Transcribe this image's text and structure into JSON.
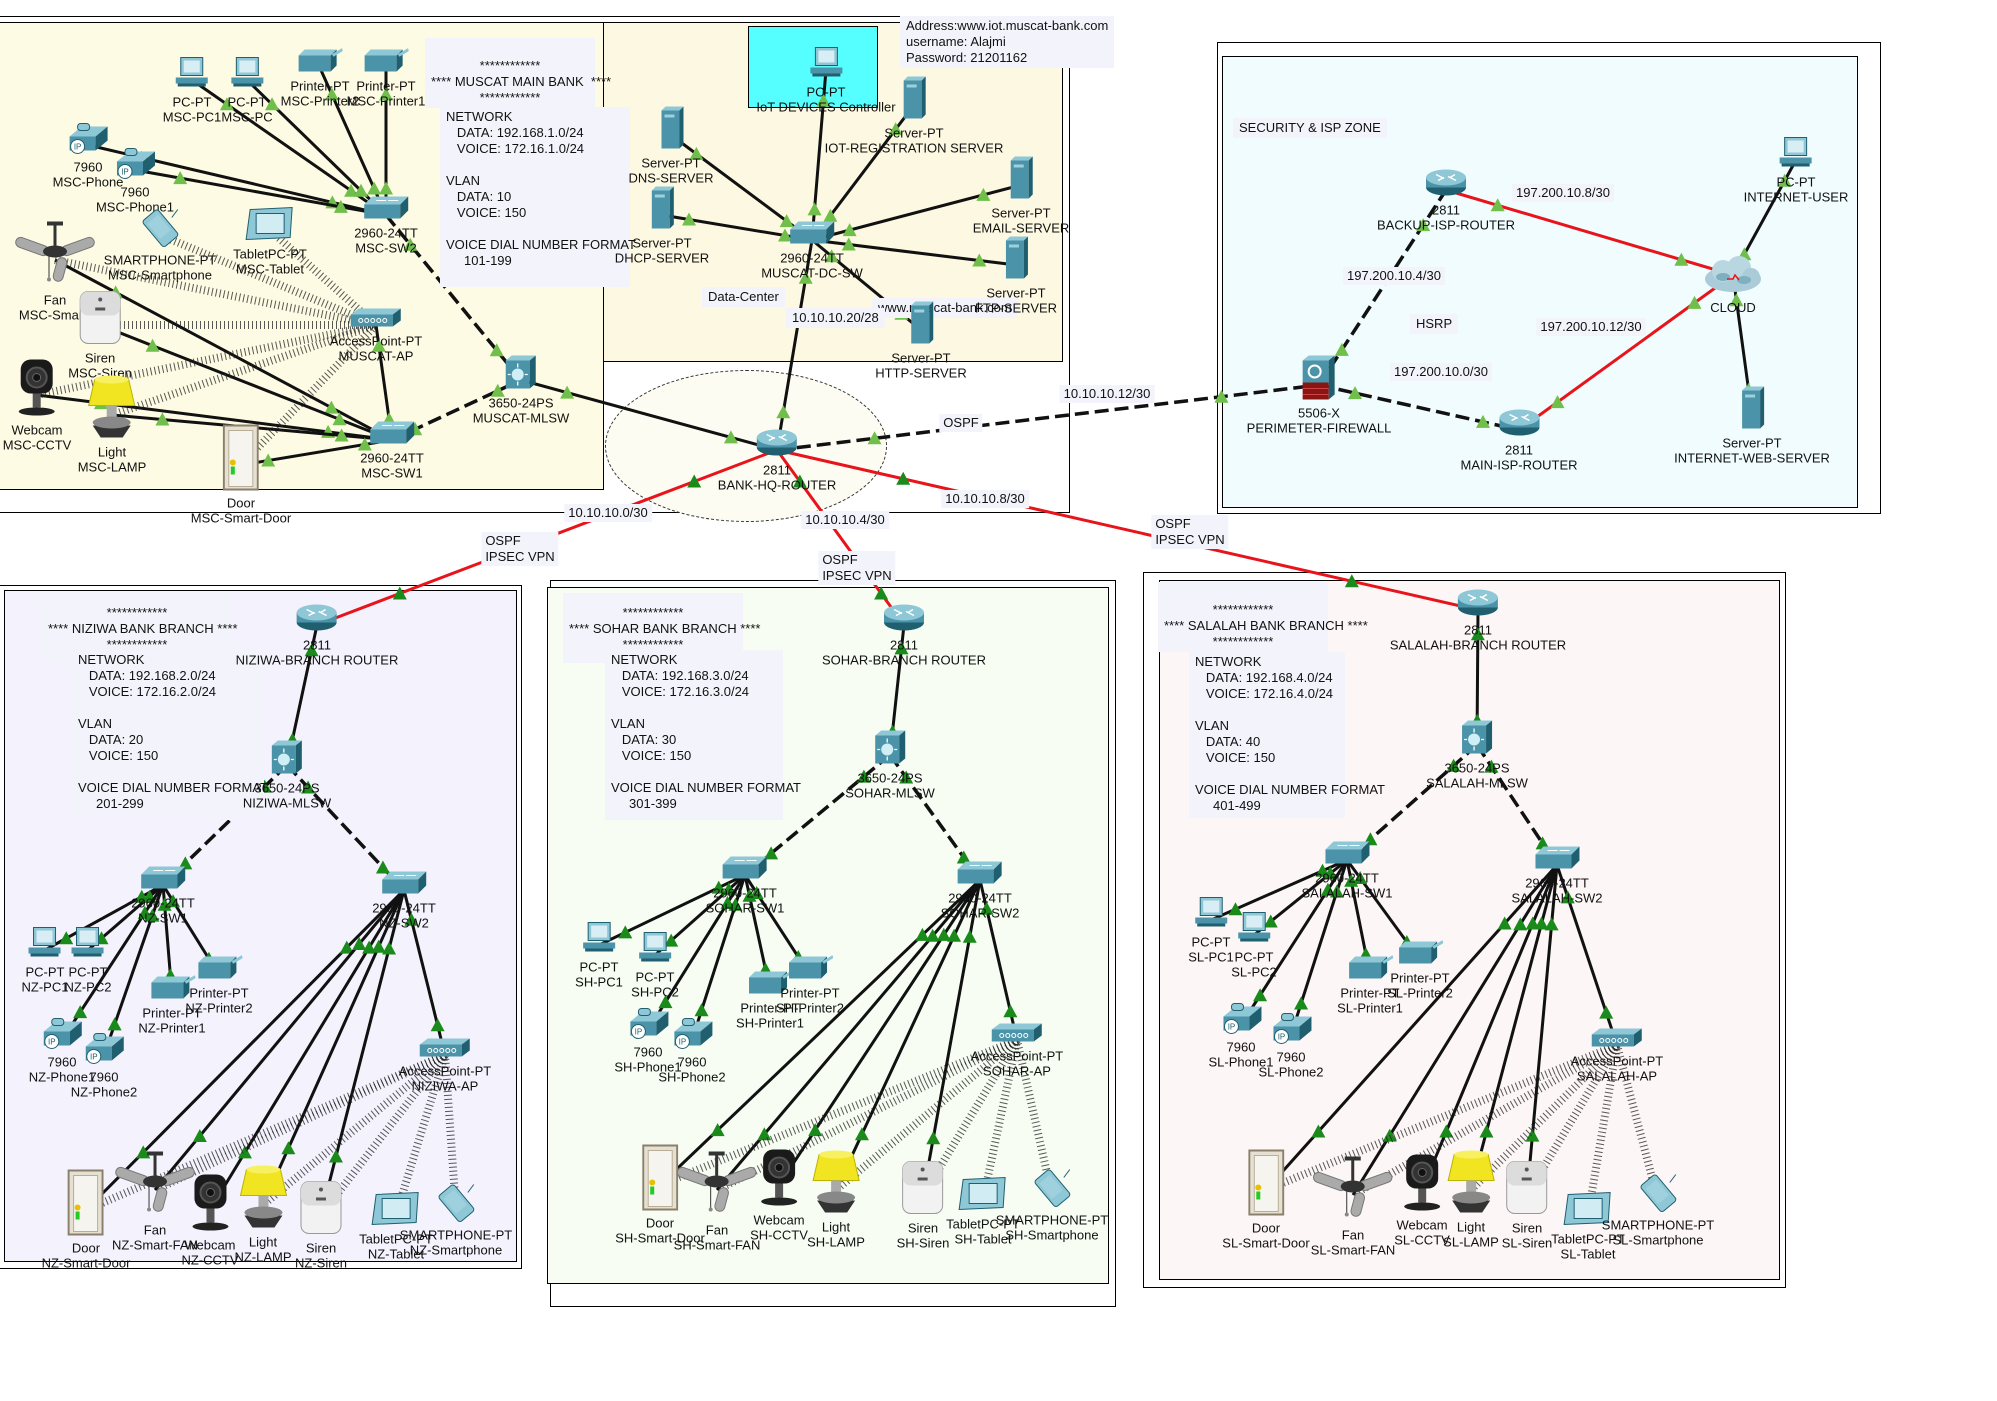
{
  "zones": {
    "main_bank": {
      "title_stars": "************",
      "title": "**** MUSCAT MAIN BANK  ****",
      "info": "NETWORK\n   DATA: 192.168.1.0/24\n   VOICE: 172.16.1.0/24\n\nVLAN\n   DATA: 10\n   VOICE: 150\n\nVOICE DIAL NUMBER FORMAT\n     101-199"
    },
    "data_center": {
      "label": "Data-Center",
      "iot_credentials": "Address:www.iot.muscat-bank.com\nusername: Alajmi\nPassword: 21201162",
      "web_url": "www.muscat-bank.com",
      "uplink": "10.10.10.20/28"
    },
    "security": {
      "label": "SECURITY & ISP ZONE",
      "hsrp": "HSRP"
    },
    "niziwa": {
      "title_stars": "************",
      "title": "**** NIZIWA BANK BRANCH ****",
      "info": "NETWORK\n   DATA: 192.168.2.0/24\n   VOICE: 172.16.2.0/24\n\nVLAN\n   DATA: 20\n   VOICE: 150\n\nVOICE DIAL NUMBER FORMAT\n     201-299"
    },
    "sohar": {
      "title_stars": "************",
      "title": "**** SOHAR BANK BRANCH ****",
      "info": "NETWORK\n   DATA: 192.168.3.0/24\n   VOICE: 172.16.3.0/24\n\nVLAN\n   DATA: 30\n   VOICE: 150\n\nVOICE DIAL NUMBER FORMAT\n     301-399"
    },
    "salalah": {
      "title_stars": "************",
      "title": "**** SALALAH BANK BRANCH ****",
      "info": "NETWORK\n   DATA: 192.168.4.0/24\n   VOICE: 172.16.4.0/24\n\nVLAN\n   DATA: 40\n   VOICE: 150\n\nVOICE DIAL NUMBER FORMAT\n     401-499"
    }
  },
  "link_labels": {
    "hq_fw": "10.10.10.12/30",
    "hq_fw_proto": "OSPF",
    "hq_nz": "10.10.10.0/30",
    "hq_nz_proto": "OSPF\nIPSEC VPN",
    "hq_sh": "10.10.10.4/30",
    "hq_sh_proto": "OSPF\nIPSEC VPN",
    "hq_sl": "10.10.10.8/30",
    "hq_sl_proto": "OSPF\nIPSEC VPN",
    "fw_backup": "197.200.10.4/30",
    "fw_main": "197.200.10.0/30",
    "backup_cloud": "197.200.10.8/30",
    "main_cloud": "197.200.10.12/30"
  },
  "colors": {
    "serial": "#e8141b",
    "link_up": "#6fbf4a",
    "main_bg": "#fdfbe3",
    "dc_bg": "#fdf8e1",
    "sec_bg": "#f0fcfd",
    "nz_bg": "#f4f2fd",
    "sh_bg": "#f7fdf3",
    "sl_bg": "#fdf6f6",
    "iot_ctrl_bg": "#55ffff"
  },
  "devices": [
    {
      "id": "msc-phone",
      "type": "ipphone",
      "model": "7960",
      "name": "MSC-Phone"
    },
    {
      "id": "msc-phone1",
      "type": "ipphone",
      "model": "7960",
      "name": "MSC-Phone1"
    },
    {
      "id": "msc-pc1",
      "type": "pc",
      "model": "PC-PT",
      "name": "MSC-PC1"
    },
    {
      "id": "msc-pc",
      "type": "pc",
      "model": "PC-PT",
      "name": "MSC-PC"
    },
    {
      "id": "msc-printer2",
      "type": "printer",
      "model": "Printer-PT",
      "name": "MSC-Printer2"
    },
    {
      "id": "msc-printer1",
      "type": "printer",
      "model": "Printer-PT",
      "name": "MSC-Printer1"
    },
    {
      "id": "msc-sw2",
      "type": "switch",
      "model": "2960-24TT",
      "name": "MSC-SW2"
    },
    {
      "id": "msc-smartphone",
      "type": "smartphone",
      "model": "SMARTPHONE-PT",
      "name": "MSC-Smartphone"
    },
    {
      "id": "msc-tablet",
      "type": "tablet",
      "model": "TabletPC-PT",
      "name": "MSC-Tablet"
    },
    {
      "id": "msc-fan",
      "type": "fan",
      "model": "Fan",
      "name": "MSC-Smart-"
    },
    {
      "id": "msc-siren",
      "type": "siren",
      "model": "Siren",
      "name": "MSC-Siren"
    },
    {
      "id": "msc-ap",
      "type": "ap",
      "model": "AccessPoint-PT",
      "name": "MUSCAT-AP"
    },
    {
      "id": "msc-cctv",
      "type": "webcam",
      "model": "Webcam",
      "name": "MSC-CCTV"
    },
    {
      "id": "msc-lamp",
      "type": "lamp",
      "model": "Light",
      "name": "MSC-LAMP"
    },
    {
      "id": "msc-door",
      "type": "door",
      "model": "Door",
      "name": "MSC-Smart-Door"
    },
    {
      "id": "msc-sw1",
      "type": "switch",
      "model": "2960-24TT",
      "name": "MSC-SW1"
    },
    {
      "id": "msc-mlsw",
      "type": "mlsw",
      "model": "3650-24PS",
      "name": "MUSCAT-MLSW"
    },
    {
      "id": "iot-ctrl",
      "type": "pc",
      "model": "PC-PT",
      "name": "IoT DEVICES Controller"
    },
    {
      "id": "dns",
      "type": "server",
      "model": "Server-PT",
      "name": "DNS-SERVER"
    },
    {
      "id": "dhcp",
      "type": "server",
      "model": "Server-PT",
      "name": "DHCP-SERVER"
    },
    {
      "id": "iotreg",
      "type": "server",
      "model": "Server-PT",
      "name": "IOT-REGISTRATION SERVER"
    },
    {
      "id": "email",
      "type": "server",
      "model": "Server-PT",
      "name": "EMAIL-SERVER"
    },
    {
      "id": "ftp",
      "type": "server",
      "model": "Server-PT",
      "name": "FTP-SERVER"
    },
    {
      "id": "http",
      "type": "server",
      "model": "Server-PT",
      "name": "HTTP-SERVER"
    },
    {
      "id": "dc-sw",
      "type": "switch",
      "model": "2960-24TT",
      "name": "MUSCAT-DC-SW"
    },
    {
      "id": "hq",
      "type": "router",
      "model": "2811",
      "name": "BANK-HQ-ROUTER"
    },
    {
      "id": "fw",
      "type": "firewall",
      "model": "5506-X",
      "name": "PERIMETER-FIREWALL"
    },
    {
      "id": "backup-isp",
      "type": "router",
      "model": "2811",
      "name": "BACKUP-ISP-ROUTER"
    },
    {
      "id": "main-isp",
      "type": "router",
      "model": "2811",
      "name": "MAIN-ISP-ROUTER"
    },
    {
      "id": "cloud",
      "type": "cloud",
      "model": "",
      "name": "CLOUD"
    },
    {
      "id": "inet-user",
      "type": "pc",
      "model": "PC-PT",
      "name": "INTERNET-USER"
    },
    {
      "id": "inet-web",
      "type": "server",
      "model": "Server-PT",
      "name": "INTERNET-WEB-SERVER"
    },
    {
      "id": "nz-router",
      "type": "router",
      "model": "2811",
      "name": "NIZIWA-BRANCH ROUTER"
    },
    {
      "id": "nz-mlsw",
      "type": "mlsw",
      "model": "3650-24PS",
      "name": "NIZIWA-MLSW"
    },
    {
      "id": "nz-sw1",
      "type": "switch",
      "model": "2960-24TT",
      "name": "NZ-SW1"
    },
    {
      "id": "nz-sw2",
      "type": "switch",
      "model": "2960-24TT",
      "name": "NZ-SW2"
    },
    {
      "id": "nz-pc1",
      "type": "pc",
      "model": "PC-PT",
      "name": "NZ-PC1"
    },
    {
      "id": "nz-pc2",
      "type": "pc",
      "model": "PC-PT",
      "name": "NZ-PC2"
    },
    {
      "id": "nz-printer1",
      "type": "printer",
      "model": "Printer-PT",
      "name": "NZ-Printer1"
    },
    {
      "id": "nz-printer2",
      "type": "printer",
      "model": "Printer-PT",
      "name": "NZ-Printer2"
    },
    {
      "id": "nz-phone1",
      "type": "ipphone",
      "model": "7960",
      "name": "NZ-Phone1"
    },
    {
      "id": "nz-phone2",
      "type": "ipphone",
      "model": "7960",
      "name": "NZ-Phone2"
    },
    {
      "id": "nz-ap",
      "type": "ap",
      "model": "AccessPoint-PT",
      "name": "NIZIWA-AP"
    },
    {
      "id": "nz-door",
      "type": "door",
      "model": "Door",
      "name": "NZ-Smart-Door"
    },
    {
      "id": "nz-fan",
      "type": "fan",
      "model": "Fan",
      "name": "NZ-Smart-FAN"
    },
    {
      "id": "nz-cctv",
      "type": "webcam",
      "model": "Webcam",
      "name": "NZ-CCTV"
    },
    {
      "id": "nz-lamp",
      "type": "lamp",
      "model": "Light",
      "name": "NZ-LAMP"
    },
    {
      "id": "nz-siren",
      "type": "siren",
      "model": "Siren",
      "name": "NZ-Siren"
    },
    {
      "id": "nz-tablet",
      "type": "tablet",
      "model": "TabletPC-PT",
      "name": "NZ-Tablet"
    },
    {
      "id": "nz-smartphone",
      "type": "smartphone",
      "model": "SMARTPHONE-PT",
      "name": "NZ-Smartphone"
    },
    {
      "id": "sh-router",
      "type": "router",
      "model": "2811",
      "name": "SOHAR-BRANCH ROUTER"
    },
    {
      "id": "sh-mlsw",
      "type": "mlsw",
      "model": "3650-24PS",
      "name": "SOHAR-MLSW"
    },
    {
      "id": "sh-sw1",
      "type": "switch",
      "model": "2960-24TT",
      "name": "SOHAR-SW1"
    },
    {
      "id": "sh-sw2",
      "type": "switch",
      "model": "2960-24TT",
      "name": "SOHAR-SW2"
    },
    {
      "id": "sh-pc1",
      "type": "pc",
      "model": "PC-PT",
      "name": "SH-PC1"
    },
    {
      "id": "sh-pc2",
      "type": "pc",
      "model": "PC-PT",
      "name": "SH-PC2"
    },
    {
      "id": "sh-printer1",
      "type": "printer",
      "model": "Printer-PT",
      "name": "SH-Printer1"
    },
    {
      "id": "sh-printer2",
      "type": "printer",
      "model": "Printer-PT",
      "name": "SH-Printer2"
    },
    {
      "id": "sh-phone1",
      "type": "ipphone",
      "model": "7960",
      "name": "SH-Phone1"
    },
    {
      "id": "sh-phone2",
      "type": "ipphone",
      "model": "7960",
      "name": "SH-Phone2"
    },
    {
      "id": "sh-ap",
      "type": "ap",
      "model": "AccessPoint-PT",
      "name": "SOHAR-AP"
    },
    {
      "id": "sh-door",
      "type": "door",
      "model": "Door",
      "name": "SH-Smart-Door"
    },
    {
      "id": "sh-fan",
      "type": "fan",
      "model": "Fan",
      "name": "SH-Smart-FAN"
    },
    {
      "id": "sh-cctv",
      "type": "webcam",
      "model": "Webcam",
      "name": "SH-CCTV"
    },
    {
      "id": "sh-lamp",
      "type": "lamp",
      "model": "Light",
      "name": "SH-LAMP"
    },
    {
      "id": "sh-siren",
      "type": "siren",
      "model": "Siren",
      "name": "SH-Siren"
    },
    {
      "id": "sh-tablet",
      "type": "tablet",
      "model": "TabletPC-PT",
      "name": "SH-Tablet"
    },
    {
      "id": "sh-smartphone",
      "type": "smartphone",
      "model": "SMARTPHONE-PT",
      "name": "SH-Smartphone"
    },
    {
      "id": "sl-router",
      "type": "router",
      "model": "2811",
      "name": "SALALAH-BRANCH ROUTER"
    },
    {
      "id": "sl-mlsw",
      "type": "mlsw",
      "model": "3650-24PS",
      "name": "SALALAH-MLSW"
    },
    {
      "id": "sl-sw1",
      "type": "switch",
      "model": "2960-24TT",
      "name": "SALALAH-SW1"
    },
    {
      "id": "sl-sw2",
      "type": "switch",
      "model": "2960-24TT",
      "name": "SALALAH-SW2"
    },
    {
      "id": "sl-pc1",
      "type": "pc",
      "model": "PC-PT",
      "name": "SL-PC1"
    },
    {
      "id": "sl-pc2",
      "type": "pc",
      "model": "PC-PT",
      "name": "SL-PC2"
    },
    {
      "id": "sl-printer1",
      "type": "printer",
      "model": "Printer-PT",
      "name": "SL-Printer1"
    },
    {
      "id": "sl-printer2",
      "type": "printer",
      "model": "Printer-PT",
      "name": "SL-Printer2"
    },
    {
      "id": "sl-phone1",
      "type": "ipphone",
      "model": "7960",
      "name": "SL-Phone1"
    },
    {
      "id": "sl-phone2",
      "type": "ipphone",
      "model": "7960",
      "name": "SL-Phone2"
    },
    {
      "id": "sl-ap",
      "type": "ap",
      "model": "AccessPoint-PT",
      "name": "SALALAH-AP"
    },
    {
      "id": "sl-door",
      "type": "door",
      "model": "Door",
      "name": "SL-Smart-Door"
    },
    {
      "id": "sl-fan",
      "type": "fan",
      "model": "Fan",
      "name": "SL-Smart-FAN"
    },
    {
      "id": "sl-cctv",
      "type": "webcam",
      "model": "Webcam",
      "name": "SL-CCTV"
    },
    {
      "id": "sl-lamp",
      "type": "lamp",
      "model": "Light",
      "name": "SL-LAMP"
    },
    {
      "id": "sl-siren",
      "type": "siren",
      "model": "Siren",
      "name": "SL-Siren"
    },
    {
      "id": "sl-tablet",
      "type": "tablet",
      "model": "TabletPC-PT",
      "name": "SL-Tablet"
    },
    {
      "id": "sl-smartphone",
      "type": "smartphone",
      "model": "SMARTPHONE-PT",
      "name": "SL-Smartphone"
    }
  ],
  "links": [
    [
      "msc-phone",
      "msc-sw2",
      "copper"
    ],
    [
      "msc-phone1",
      "msc-sw2",
      "copper"
    ],
    [
      "msc-pc1",
      "msc-sw2",
      "copper"
    ],
    [
      "msc-pc",
      "msc-sw2",
      "copper"
    ],
    [
      "msc-printer2",
      "msc-sw2",
      "copper"
    ],
    [
      "msc-printer1",
      "msc-sw2",
      "copper"
    ],
    [
      "msc-sw2",
      "msc-mlsw",
      "cross"
    ],
    [
      "msc-fan",
      "msc-sw1",
      "copper"
    ],
    [
      "msc-siren",
      "msc-sw1",
      "copper"
    ],
    [
      "msc-cctv",
      "msc-sw1",
      "copper"
    ],
    [
      "msc-lamp",
      "msc-sw1",
      "copper"
    ],
    [
      "msc-door",
      "msc-sw1",
      "copper"
    ],
    [
      "msc-ap",
      "msc-sw1",
      "copper"
    ],
    [
      "msc-sw1",
      "msc-mlsw",
      "cross"
    ],
    [
      "msc-mlsw",
      "hq",
      "copper"
    ],
    [
      "msc-smartphone",
      "msc-ap",
      "wireless"
    ],
    [
      "msc-tablet",
      "msc-ap",
      "wireless"
    ],
    [
      "msc-fan",
      "msc-ap",
      "wireless"
    ],
    [
      "msc-siren",
      "msc-ap",
      "wireless"
    ],
    [
      "msc-cctv",
      "msc-ap",
      "wireless"
    ],
    [
      "msc-lamp",
      "msc-ap",
      "wireless"
    ],
    [
      "msc-door",
      "msc-ap",
      "wireless"
    ],
    [
      "iot-ctrl",
      "dc-sw",
      "copper"
    ],
    [
      "dns",
      "dc-sw",
      "copper"
    ],
    [
      "dhcp",
      "dc-sw",
      "copper"
    ],
    [
      "iotreg",
      "dc-sw",
      "copper"
    ],
    [
      "email",
      "dc-sw",
      "copper"
    ],
    [
      "ftp",
      "dc-sw",
      "copper"
    ],
    [
      "http",
      "dc-sw",
      "copper"
    ],
    [
      "dc-sw",
      "hq",
      "copper"
    ],
    [
      "hq",
      "fw",
      "cross"
    ],
    [
      "fw",
      "backup-isp",
      "cross"
    ],
    [
      "fw",
      "main-isp",
      "cross"
    ],
    [
      "backup-isp",
      "cloud",
      "serial"
    ],
    [
      "main-isp",
      "cloud",
      "serial"
    ],
    [
      "inet-user",
      "cloud",
      "copper"
    ],
    [
      "inet-web",
      "cloud",
      "copper"
    ],
    [
      "hq",
      "nz-router",
      "serial"
    ],
    [
      "hq",
      "sh-router",
      "serial"
    ],
    [
      "hq",
      "sl-router",
      "serial"
    ],
    [
      "nz-router",
      "nz-mlsw",
      "copper"
    ],
    [
      "nz-mlsw",
      "nz-sw1",
      "cross"
    ],
    [
      "nz-mlsw",
      "nz-sw2",
      "cross"
    ],
    [
      "nz-sw1",
      "nz-pc1",
      "copper"
    ],
    [
      "nz-sw1",
      "nz-pc2",
      "copper"
    ],
    [
      "nz-sw1",
      "nz-printer1",
      "copper"
    ],
    [
      "nz-sw1",
      "nz-printer2",
      "copper"
    ],
    [
      "nz-sw1",
      "nz-phone1",
      "copper"
    ],
    [
      "nz-sw1",
      "nz-phone2",
      "copper"
    ],
    [
      "nz-sw2",
      "nz-door",
      "copper"
    ],
    [
      "nz-sw2",
      "nz-fan",
      "copper"
    ],
    [
      "nz-sw2",
      "nz-cctv",
      "copper"
    ],
    [
      "nz-sw2",
      "nz-lamp",
      "copper"
    ],
    [
      "nz-sw2",
      "nz-siren",
      "copper"
    ],
    [
      "nz-sw2",
      "nz-ap",
      "copper"
    ],
    [
      "nz-ap",
      "nz-door",
      "wireless"
    ],
    [
      "nz-ap",
      "nz-fan",
      "wireless"
    ],
    [
      "nz-ap",
      "nz-lamp",
      "wireless"
    ],
    [
      "nz-ap",
      "nz-siren",
      "wireless"
    ],
    [
      "nz-ap",
      "nz-tablet",
      "wireless"
    ],
    [
      "nz-ap",
      "nz-smartphone",
      "wireless"
    ],
    [
      "sh-router",
      "sh-mlsw",
      "copper"
    ],
    [
      "sh-mlsw",
      "sh-sw1",
      "cross"
    ],
    [
      "sh-mlsw",
      "sh-sw2",
      "cross"
    ],
    [
      "sh-sw1",
      "sh-pc1",
      "copper"
    ],
    [
      "sh-sw1",
      "sh-pc2",
      "copper"
    ],
    [
      "sh-sw1",
      "sh-printer1",
      "copper"
    ],
    [
      "sh-sw1",
      "sh-printer2",
      "copper"
    ],
    [
      "sh-sw1",
      "sh-phone1",
      "copper"
    ],
    [
      "sh-sw1",
      "sh-phone2",
      "copper"
    ],
    [
      "sh-sw2",
      "sh-door",
      "copper"
    ],
    [
      "sh-sw2",
      "sh-fan",
      "copper"
    ],
    [
      "sh-sw2",
      "sh-cctv",
      "copper"
    ],
    [
      "sh-sw2",
      "sh-lamp",
      "copper"
    ],
    [
      "sh-sw2",
      "sh-siren",
      "copper"
    ],
    [
      "sh-sw2",
      "sh-ap",
      "copper"
    ],
    [
      "sh-ap",
      "sh-door",
      "wireless"
    ],
    [
      "sh-ap",
      "sh-fan",
      "wireless"
    ],
    [
      "sh-ap",
      "sh-lamp",
      "wireless"
    ],
    [
      "sh-ap",
      "sh-siren",
      "wireless"
    ],
    [
      "sh-ap",
      "sh-tablet",
      "wireless"
    ],
    [
      "sh-ap",
      "sh-smartphone",
      "wireless"
    ],
    [
      "sl-router",
      "sl-mlsw",
      "copper"
    ],
    [
      "sl-mlsw",
      "sl-sw1",
      "cross"
    ],
    [
      "sl-mlsw",
      "sl-sw2",
      "cross"
    ],
    [
      "sl-sw1",
      "sl-pc1",
      "copper"
    ],
    [
      "sl-sw1",
      "sl-pc2",
      "copper"
    ],
    [
      "sl-sw1",
      "sl-printer1",
      "copper"
    ],
    [
      "sl-sw1",
      "sl-printer2",
      "copper"
    ],
    [
      "sl-sw1",
      "sl-phone1",
      "copper"
    ],
    [
      "sl-sw1",
      "sl-phone2",
      "copper"
    ],
    [
      "sl-sw2",
      "sl-door",
      "copper"
    ],
    [
      "sl-sw2",
      "sl-fan",
      "copper"
    ],
    [
      "sl-sw2",
      "sl-cctv",
      "copper"
    ],
    [
      "sl-sw2",
      "sl-lamp",
      "copper"
    ],
    [
      "sl-sw2",
      "sl-siren",
      "copper"
    ],
    [
      "sl-sw2",
      "sl-ap",
      "copper"
    ],
    [
      "sl-ap",
      "sl-door",
      "wireless"
    ],
    [
      "sl-ap",
      "sl-fan",
      "wireless"
    ],
    [
      "sl-ap",
      "sl-lamp",
      "wireless"
    ],
    [
      "sl-ap",
      "sl-siren",
      "wireless"
    ],
    [
      "sl-ap",
      "sl-tablet",
      "wireless"
    ],
    [
      "sl-ap",
      "sl-smartphone",
      "wireless"
    ]
  ]
}
